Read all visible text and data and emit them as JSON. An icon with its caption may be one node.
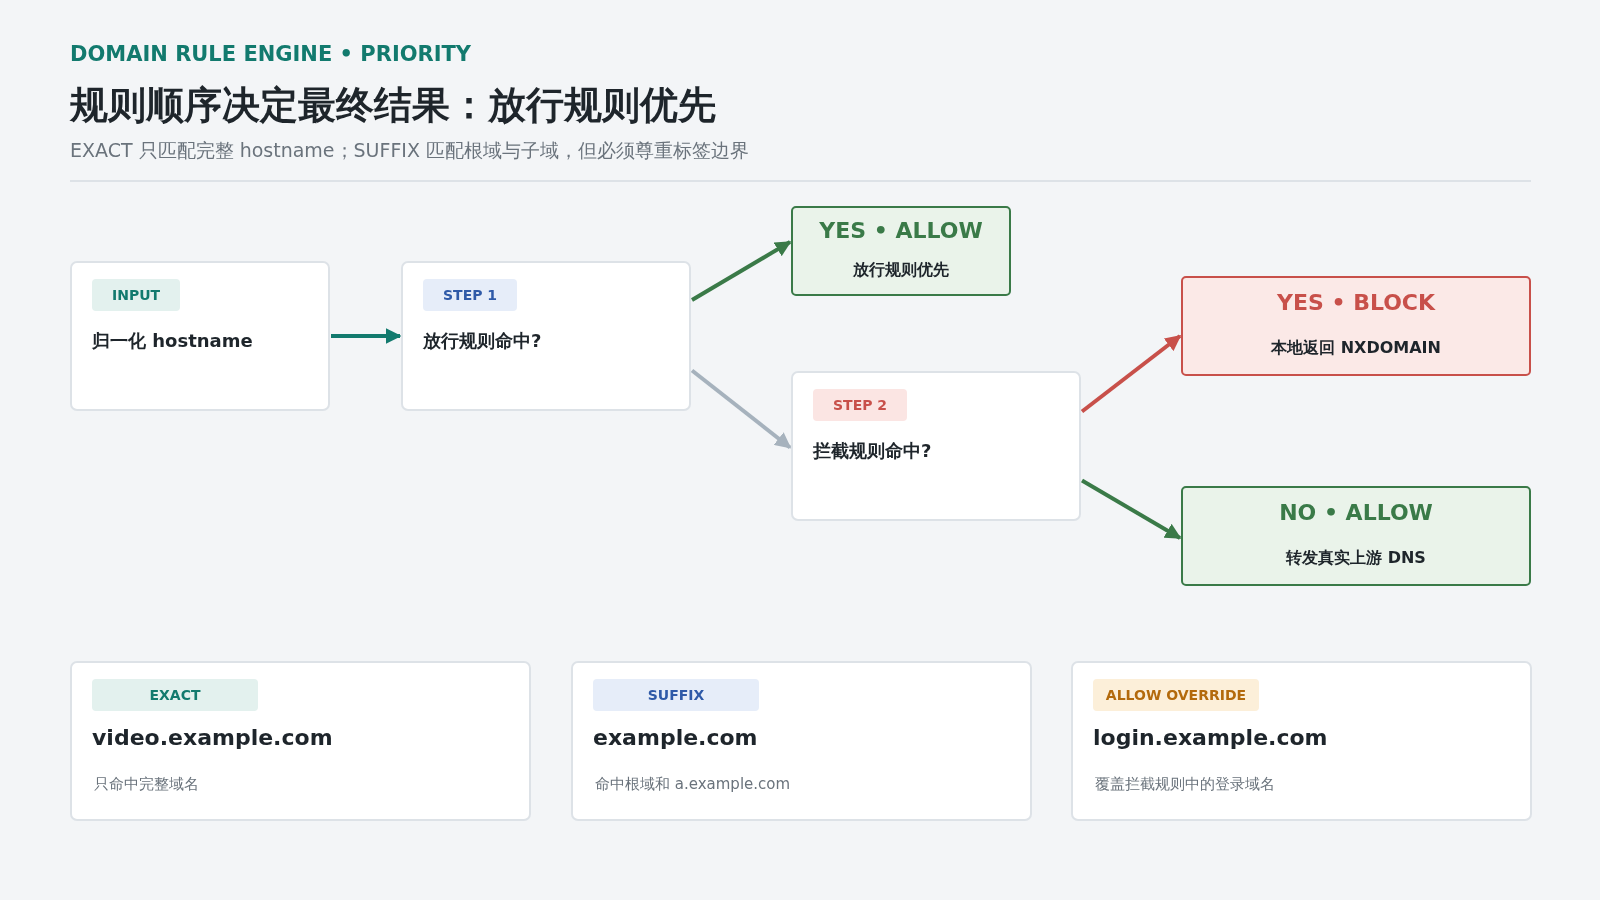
{
  "diagram": {
    "title": "规则顺序决定最终结果：放行规则优先",
    "nodes": [
      {
        "text": [
          "INPUT",
          "归一化 hostname"
        ]
      },
      {
        "text": [
          "STEP 1",
          "放行规则命中?"
        ]
      },
      {
        "text": [
          "YES • ALLOW",
          "放行规则优先"
        ]
      },
      {
        "text": [
          "STEP 2",
          "拦截规则命中?"
        ]
      },
      {
        "text": [
          "YES • BLOCK",
          "本地返回 NXDOMAIN"
        ]
      },
      {
        "text": [
          "NO • ALLOW",
          "转发真实上游 DNS"
        ]
      },
      {
        "text": [
          "EXACT",
          "video.example.com",
          "只命中完整域名"
        ]
      },
      {
        "text": [
          "SUFFIX",
          "example.com",
          "命中根域和 a.example.com"
        ]
      },
      {
        "text": [
          "ALLOW OVERRIDE",
          "login.example.com",
          "覆盖拦截规则中的登录域名"
        ]
      }
    ],
    "edges": [
      {
        "from": 0,
        "to": 1,
        "arrow": "to",
        "color": "#127a6e"
      },
      {
        "from": 1,
        "to": 2,
        "arrow": "to",
        "color": "#3a7a48"
      },
      {
        "from": 1,
        "to": 3,
        "arrow": "to",
        "color": "#a6b2bd"
      },
      {
        "from": 3,
        "to": 4,
        "arrow": "to",
        "color": "#c8504a"
      },
      {
        "from": 3,
        "to": 5,
        "arrow": "to",
        "color": "#3a7a48"
      }
    ],
    "labels": [
      "DOMAIN RULE ENGINE • PRIORITY",
      "EXACT 只匹配完整 hostname；SUFFIX 匹配根域与子域，但必须尊重标签边界"
    ]
  }
}
